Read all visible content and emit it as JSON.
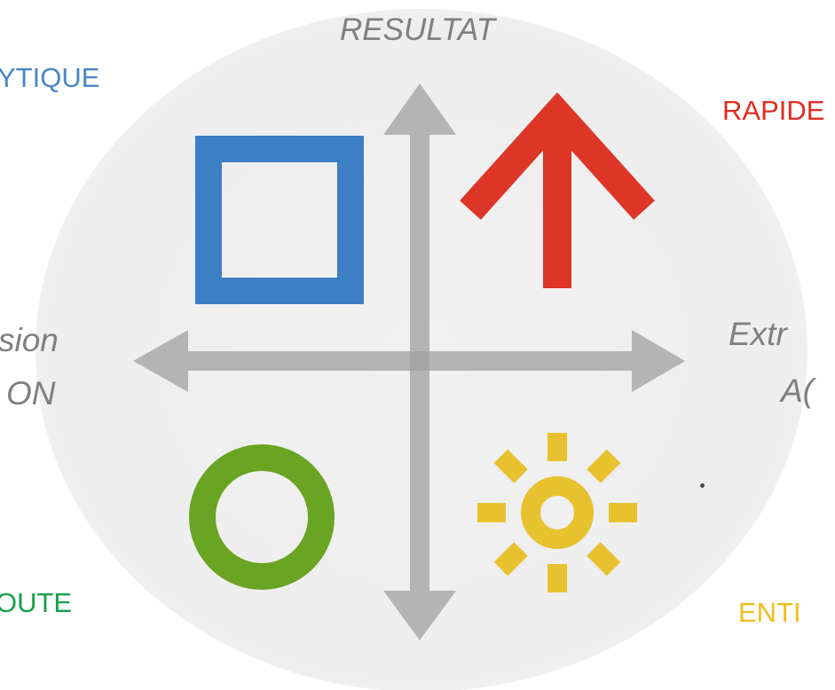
{
  "axes": {
    "top": "RESULTAT",
    "left_line1": "sion",
    "left_line2": "ON",
    "right_line1": "Extr",
    "right_line2": "A("
  },
  "quadrants": {
    "top_left": {
      "label": "YTIQUE",
      "color": "#4a86c5",
      "symbol": "square-icon"
    },
    "top_right": {
      "label": "RAPIDE",
      "color": "#e02b1f",
      "symbol": "arrow-up-icon"
    },
    "bottom_left": {
      "label": "OUTE",
      "color": "#17a04a",
      "symbol": "circle-icon"
    },
    "bottom_right": {
      "label": "ENTI",
      "color": "#f2bd1d",
      "symbol": "sun-icon"
    }
  },
  "colors": {
    "axis": "#b4b4b4",
    "axis_text": "#7f7f7f",
    "square": "#3d7fc4",
    "arrow": "#dd3526",
    "circle": "#6aa423",
    "sun": "#e8c12f"
  }
}
